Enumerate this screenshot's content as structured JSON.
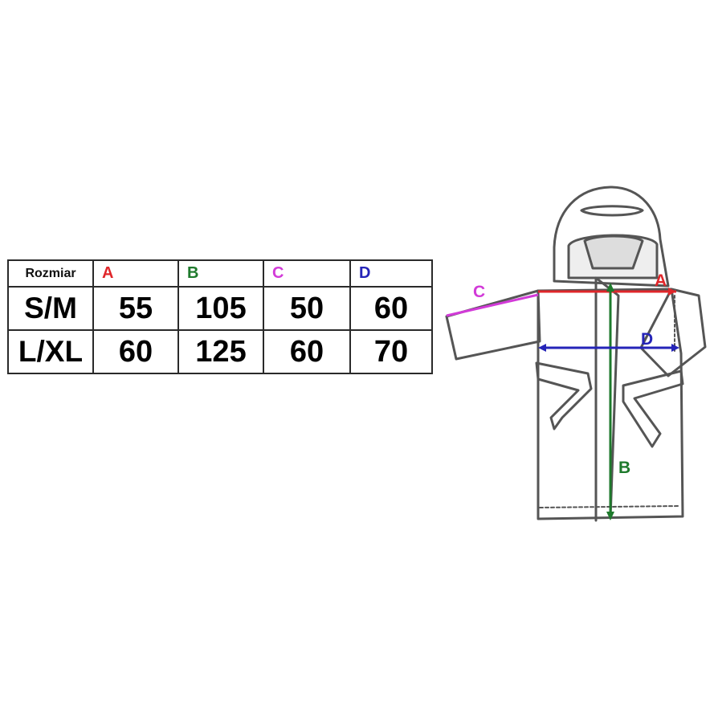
{
  "table": {
    "header": {
      "size_label": "Rozmiar",
      "columns": [
        {
          "letter": "A",
          "color": "#e0262a"
        },
        {
          "letter": "B",
          "color": "#1e7a2c"
        },
        {
          "letter": "C",
          "color": "#d23ad8"
        },
        {
          "letter": "D",
          "color": "#2524b8"
        }
      ]
    },
    "rows": [
      {
        "size": "S/M",
        "values": [
          "55",
          "105",
          "50",
          "60"
        ]
      },
      {
        "size": "L/XL",
        "values": [
          "60",
          "125",
          "60",
          "70"
        ]
      }
    ]
  },
  "diagram": {
    "labels": {
      "a": "A",
      "b": "B",
      "c": "C",
      "d": "D"
    },
    "colors": {
      "a": "#e0262a",
      "b": "#1e7a2c",
      "c": "#d23ad8",
      "d": "#2524b8",
      "outline": "#555555"
    }
  }
}
